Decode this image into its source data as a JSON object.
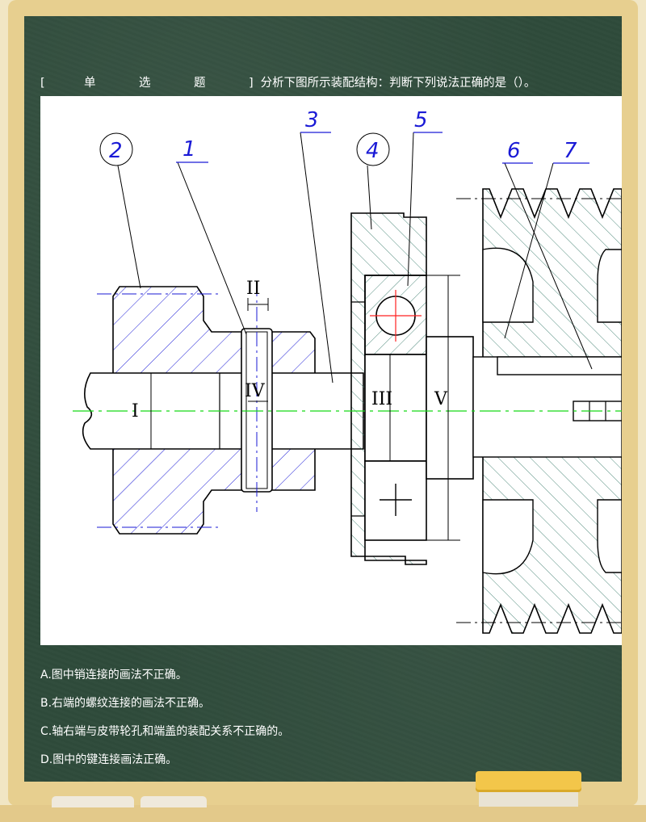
{
  "question": {
    "type_tag": [
      "[",
      "单",
      "选",
      "题",
      "]"
    ],
    "stem": "分析下图所示装配结构：判断下列说法正确的是（）。"
  },
  "figure": {
    "part_labels": [
      "1",
      "2",
      "3",
      "4",
      "5",
      "6",
      "7"
    ],
    "region_labels": [
      "I",
      "II",
      "III",
      "IV",
      "V"
    ],
    "colors": {
      "outline": "#000000",
      "hatch_blue": "#1a1ad6",
      "hatch_teal": "#3f7f6f",
      "centerline_green": "#16d916",
      "centerline_blue": "#1a1ad6",
      "bearing_cross": "#ff2020",
      "leader": "#1a1ad6"
    }
  },
  "options": [
    "A.图中销连接的画法不正确。",
    "B.右端的螺纹连接的画法不正确。",
    "C.轴右端与皮带轮孔和端盖的装配关系不正确的。",
    "D.图中的键连接画法正确。"
  ]
}
